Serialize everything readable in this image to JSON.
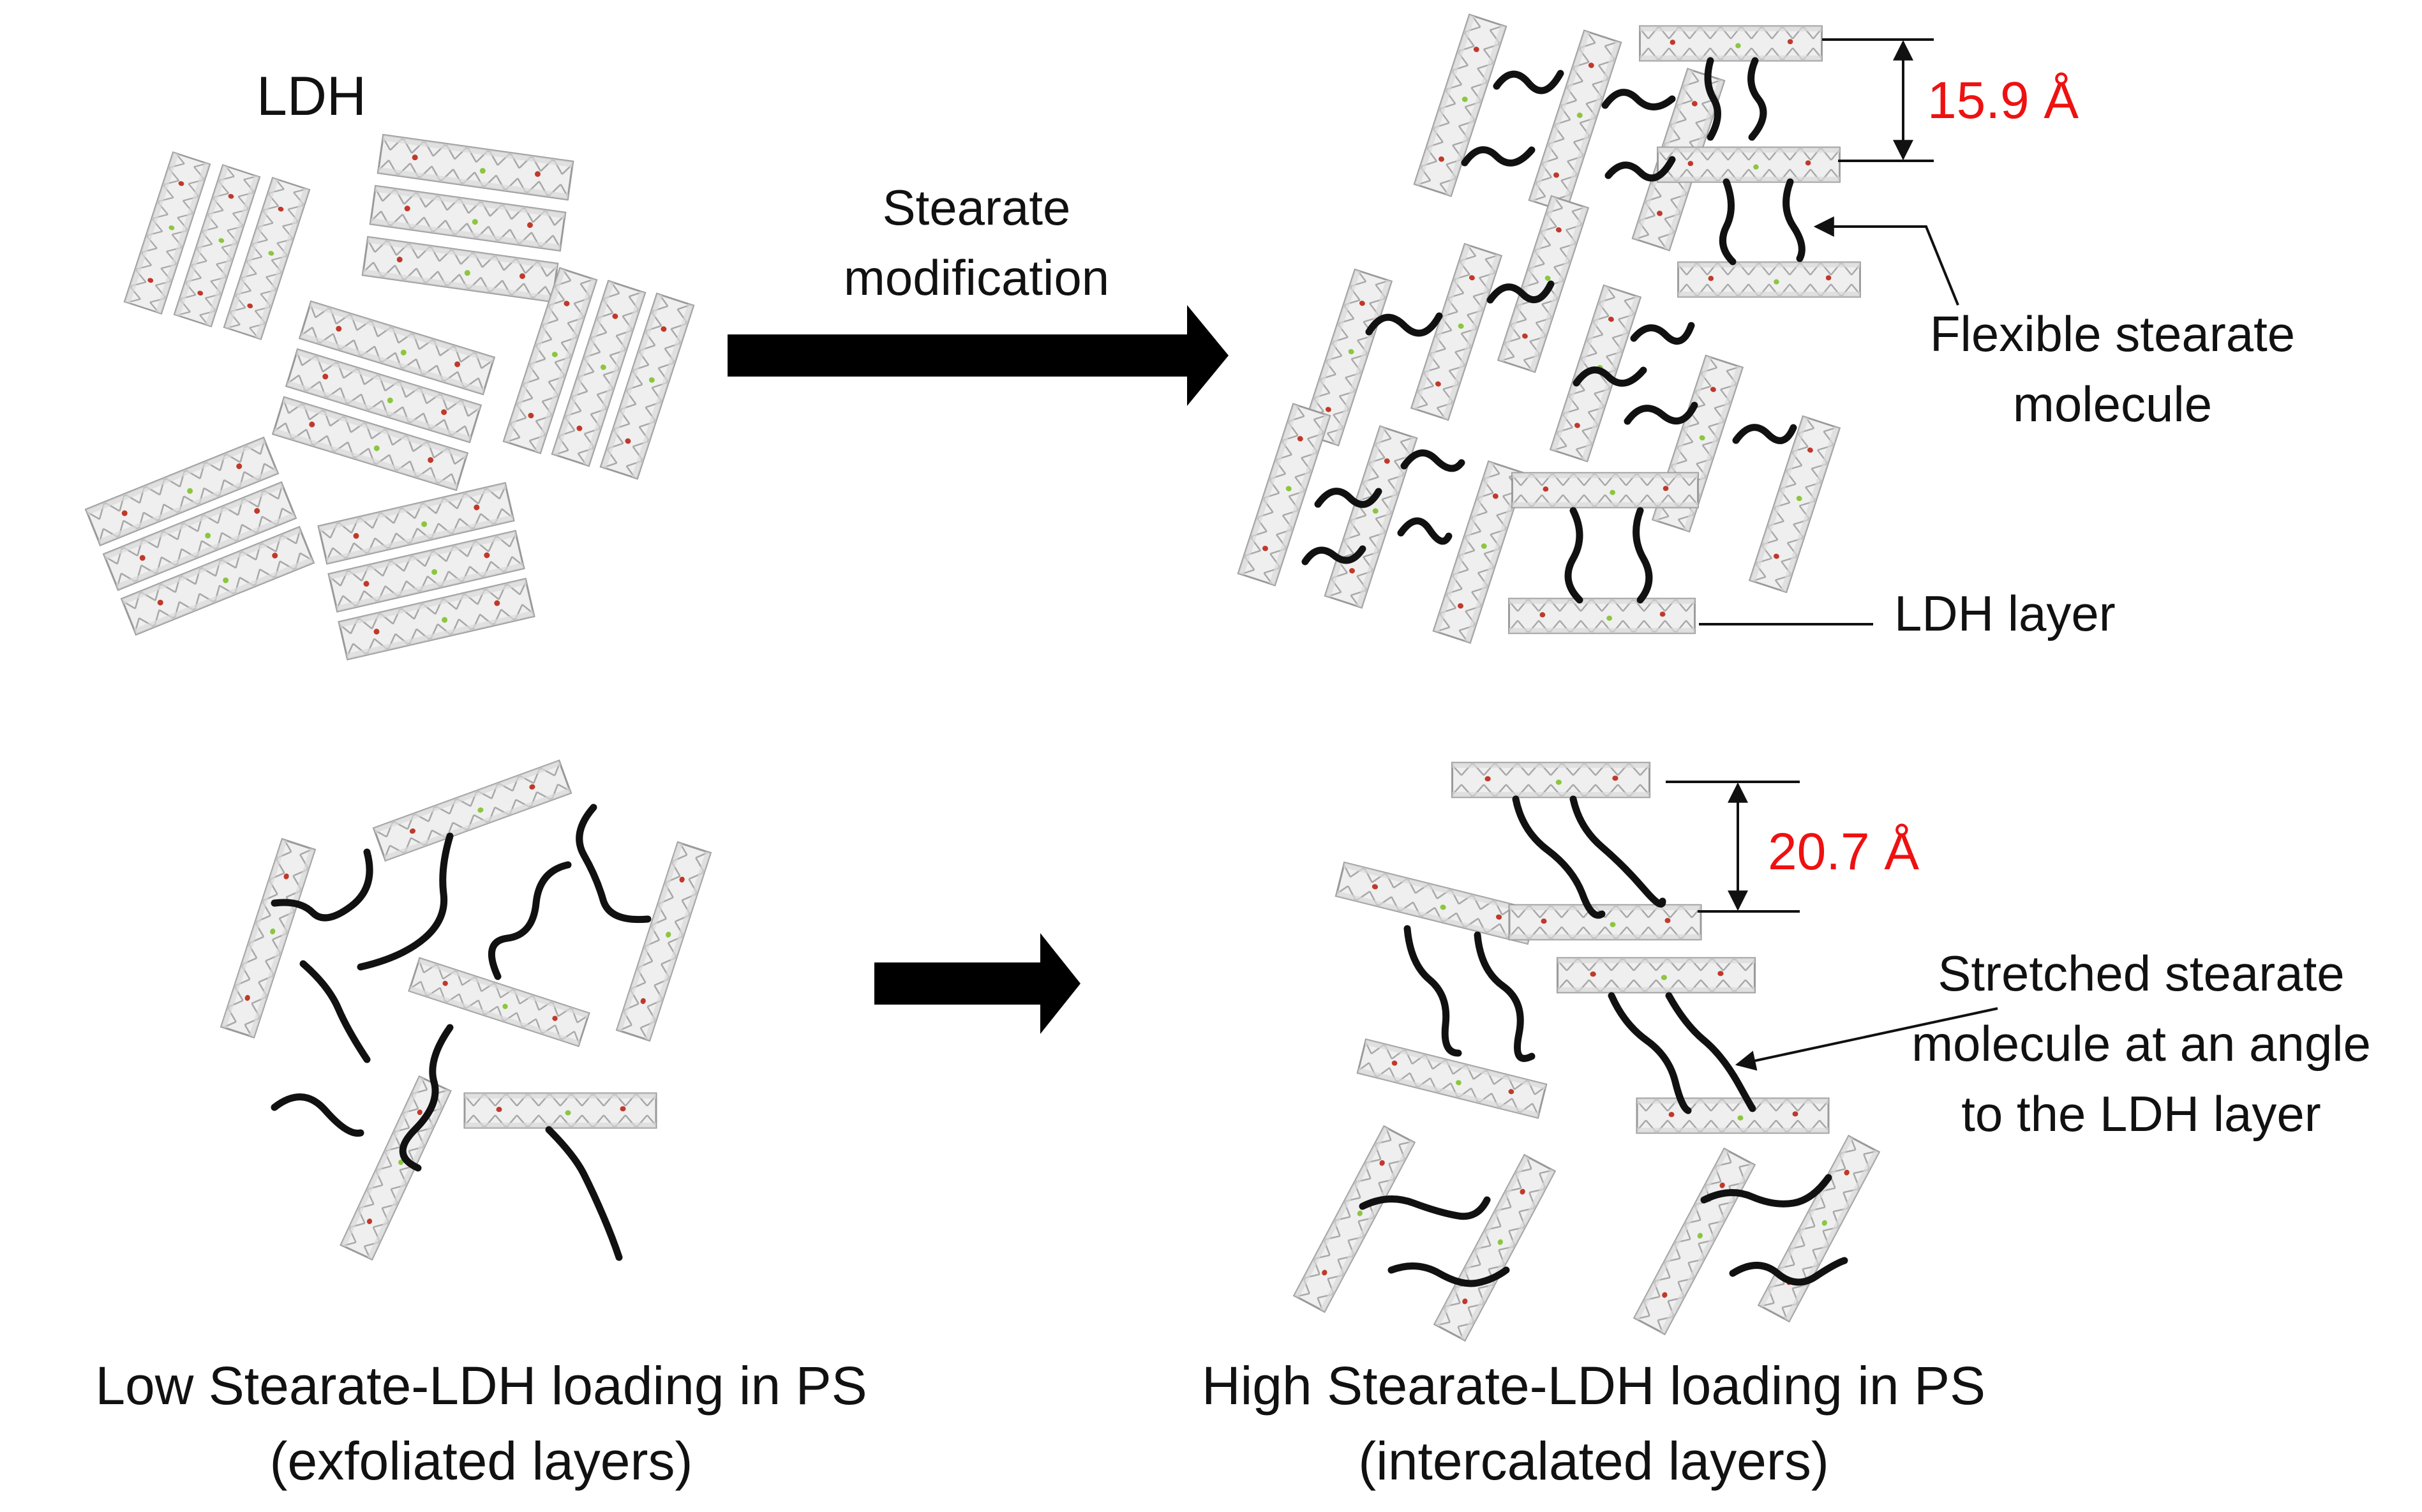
{
  "labels": {
    "ldh": "LDH",
    "stearate_modification_line1": "Stearate",
    "stearate_modification_line2": "modification",
    "spacing_top": "15.9 Å",
    "flexible_line1": "Flexible stearate",
    "flexible_line2": "molecule",
    "ldh_layer": "LDH layer",
    "spacing_bottom": "20.7 Å",
    "stretched_line1": "Stretched stearate",
    "stretched_line2": "molecule at an angle",
    "stretched_line3": "to the LDH layer",
    "low_line1": "Low Stearate-LDH loading in PS",
    "low_line2": "(exfoliated layers)",
    "high_line1": "High Stearate-LDH loading in PS",
    "high_line2": "(intercalated layers)"
  },
  "colors": {
    "measurement_text": "#ee1111",
    "text": "#111111",
    "chain": "#111111",
    "layer_fill": "#ececec",
    "layer_stroke": "#9a9a9a"
  }
}
